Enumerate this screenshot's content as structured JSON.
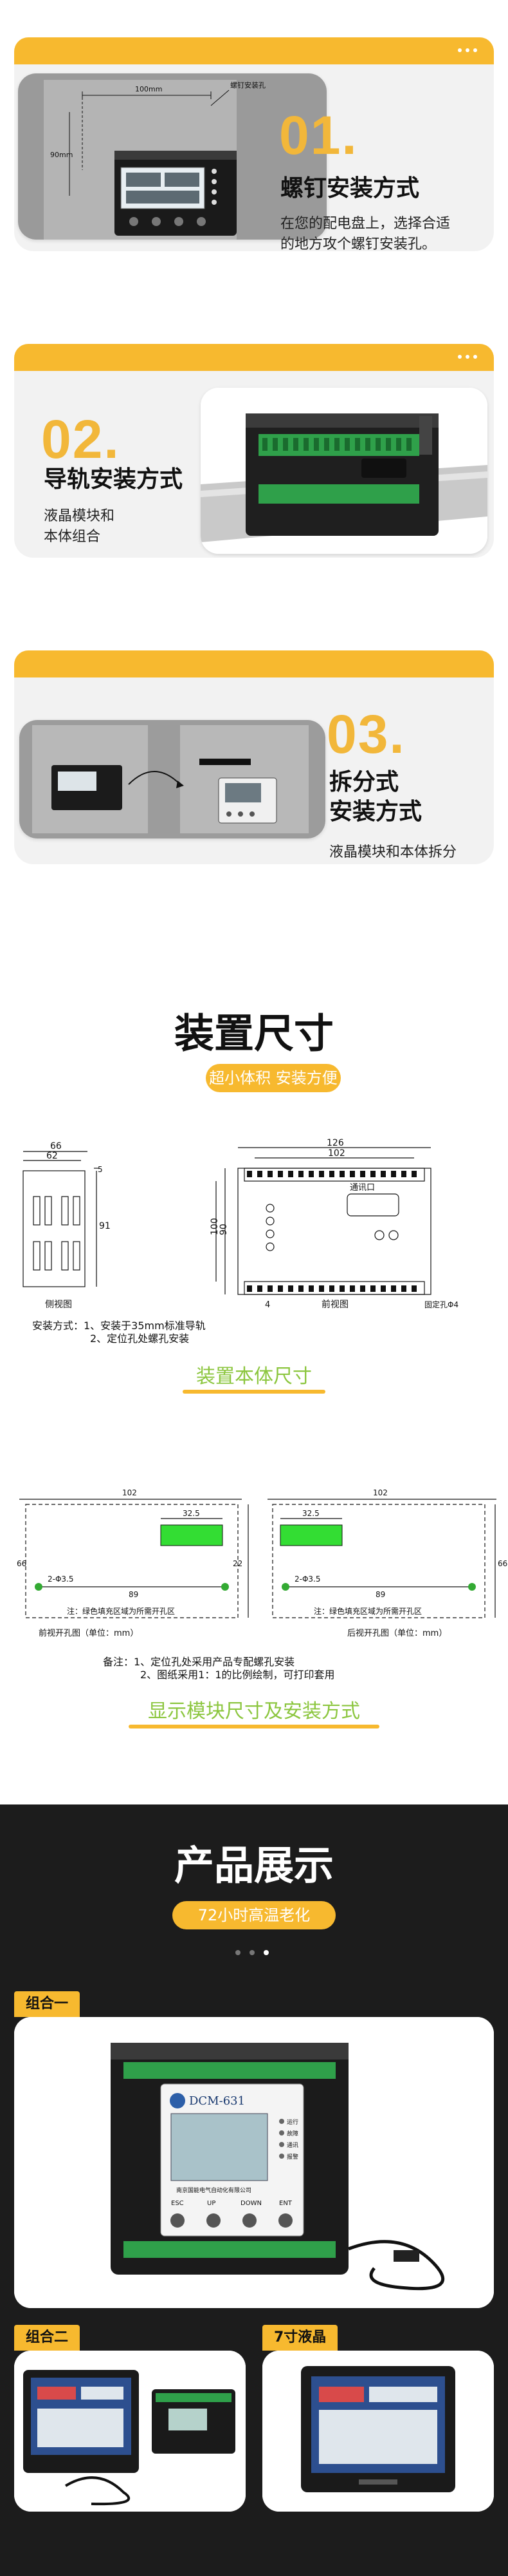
{
  "install": {
    "methods": [
      {
        "number": "01.",
        "title": "螺钉安装方式",
        "desc": [
          "在您的配电盘上，选择合适",
          "的地方攻个螺钉安装孔。"
        ],
        "labels": {
          "width": "100mm",
          "height": "90mm",
          "hole": "螺钉安装孔"
        }
      },
      {
        "number": "02.",
        "title": "导轨安装方式",
        "desc": [
          "液晶模块和",
          "本体组合"
        ]
      },
      {
        "number": "03.",
        "title_lines": [
          "拆分式",
          "安装方式"
        ],
        "desc": [
          "液晶模块和本体拆分"
        ]
      }
    ]
  },
  "dims": {
    "title": "装置尺寸",
    "subtitle": "超小体积 安装方便",
    "side": {
      "w66": "66",
      "w62": "62",
      "h91": "91",
      "d5": "5",
      "label": "侧视图"
    },
    "front": {
      "w126": "126",
      "w102": "102",
      "h90": "90",
      "h100": "100",
      "d4": "4",
      "port": "通讯口",
      "hole": "固定孔Φ4",
      "label": "前视图"
    },
    "install_note": [
      "安装方式：1、安装于35mm标准导轨",
      "2、定位孔处螺孔安装"
    ],
    "caption1": "装置本体尺寸",
    "panel": {
      "w102": "102",
      "w32_5": "32.5",
      "w89": "89",
      "h66": "66",
      "h22": "22",
      "hole": "2-Φ3.5",
      "note": "注：绿色填充区域为所需开孔区",
      "front_label": "前视开孔图（单位：mm）",
      "back_label": "后视开孔图（单位：mm）"
    },
    "remark": [
      "备注：1、定位孔处采用产品专配螺孔安装",
      "2、图纸采用1：1的比例绘制，可打印套用"
    ],
    "caption2": "显示模块尺寸及安装方式"
  },
  "products": {
    "title": "产品展示",
    "subtitle": "72小时高温老化",
    "groups": [
      "组合一",
      "组合二",
      "7寸液晶"
    ],
    "device": {
      "model": "DCM-631",
      "maker": "南京国能电气自动化有限公司",
      "buttons": [
        "ESC",
        "UP",
        "DOWN",
        "ENT"
      ],
      "leds": [
        "运行",
        "故障",
        "通讯",
        "报警"
      ]
    }
  },
  "colors": {
    "accent": "#f7b92f",
    "caption_green": "#8cc63f",
    "dark_bg": "#1c1c1c",
    "card_bg": "#f2f2f2"
  }
}
